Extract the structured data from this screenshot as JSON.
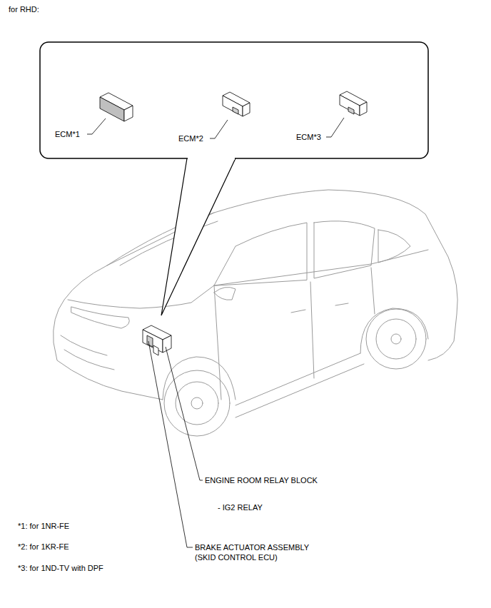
{
  "diagram": {
    "title": "for RHD:",
    "nodes": [
      {
        "text": [
          "ECM*1",
          "ECM*2",
          "ECM*3"
        ]
      }
    ],
    "labels": [
      "ENGINE ROOM RELAY BLOCK",
      "- IG2 RELAY",
      "*1: for 1NR-FE",
      "BRAKE ACTUATOR ASSEMBLY (SKID CONTROL ECU)",
      "*2: for 1KR-FE",
      "*3: for 1ND-TV with DPF"
    ]
  }
}
